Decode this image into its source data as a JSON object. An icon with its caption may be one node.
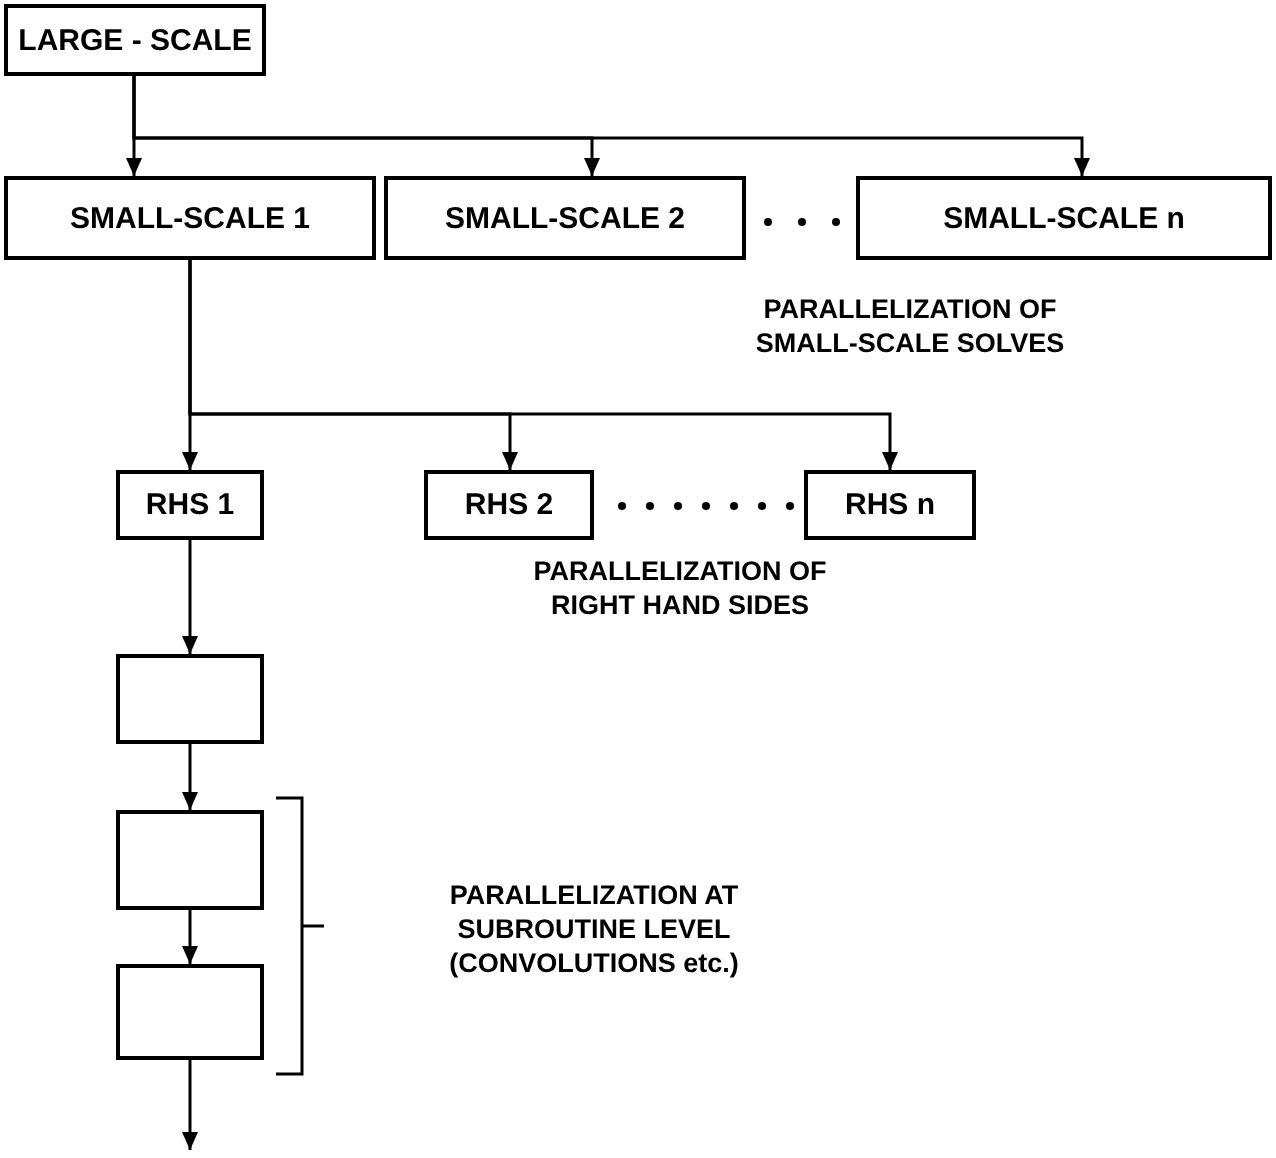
{
  "diagram": {
    "nodes": [
      {
        "text": [
          "LARGE - SCALE"
        ]
      },
      {
        "text": [
          "SMALL-SCALE 1"
        ]
      },
      {
        "text": [
          "SMALL-SCALE 2"
        ]
      },
      {
        "text": [
          "SMALL-SCALE n"
        ]
      },
      {
        "text": [
          "RHS 1"
        ]
      },
      {
        "text": [
          "RHS 2"
        ]
      },
      {
        "text": [
          "RHS n"
        ]
      },
      {
        "text": [],
        "shape": "box"
      },
      {
        "text": [],
        "shape": "box"
      },
      {
        "text": [],
        "shape": "box"
      }
    ],
    "edges": [
      {
        "from": 0,
        "to": 1,
        "arrow": "to"
      },
      {
        "from": 0,
        "to": 2,
        "arrow": "to"
      },
      {
        "from": 0,
        "to": 3,
        "arrow": "to"
      },
      {
        "from": 1,
        "to": 4,
        "arrow": "to"
      },
      {
        "from": 1,
        "to": 5,
        "arrow": "to"
      },
      {
        "from": 1,
        "to": 6,
        "arrow": "to"
      },
      {
        "from": 4,
        "to": 7,
        "arrow": "to"
      },
      {
        "from": 7,
        "to": 8,
        "arrow": "to"
      },
      {
        "from": 8,
        "to": 9,
        "arrow": "to"
      },
      {
        "from": 9,
        "to": null,
        "arrow": "to"
      }
    ],
    "labels": [
      "PARALLELIZATION OF SMALL-SCALE SOLVES",
      "PARALLELIZATION OF RIGHT HAND SIDES",
      "PARALLELIZATION AT SUBROUTINE LEVEL (CONVOLUTIONS etc.)"
    ]
  }
}
